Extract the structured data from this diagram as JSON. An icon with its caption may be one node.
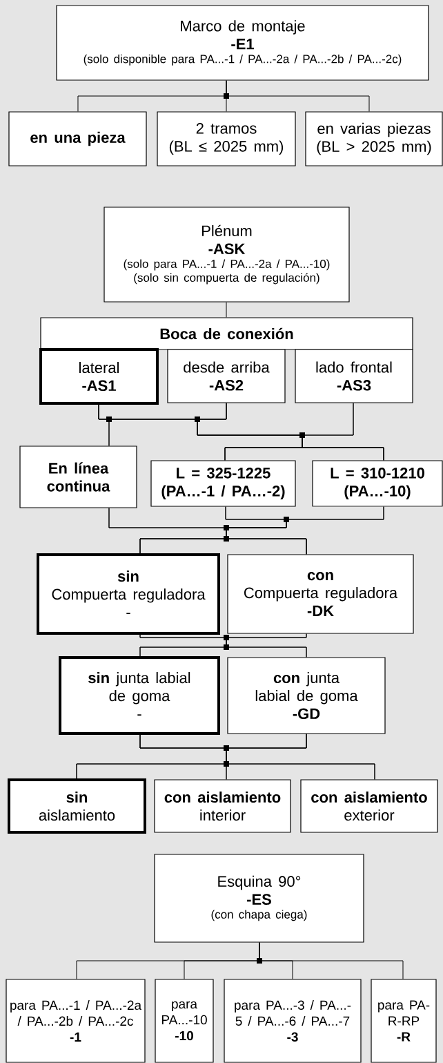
{
  "diagram": {
    "nodes": [
      {
        "text": [
          "Marco de montaje",
          "-E1",
          "(solo disponible para PA...-1 / PA...-2a / PA...-2b / PA...-2c)"
        ]
      },
      {
        "text": [
          "en una pieza"
        ]
      },
      {
        "text": [
          "2 tramos",
          "(BL ≤ 2025 mm)"
        ]
      },
      {
        "text": [
          "en varias piezas",
          "(BL > 2025 mm)"
        ]
      },
      {
        "text": [
          "Plénum",
          "-ASK",
          "(solo para PA...-1 / PA...-2a / PA...-10)",
          "(solo sin compuerta de regulación)"
        ]
      },
      {
        "text": [
          "Boca de conexión"
        ]
      },
      {
        "text": [
          "lateral",
          "-AS1"
        ]
      },
      {
        "text": [
          "desde arriba",
          "-AS2"
        ]
      },
      {
        "text": [
          "lado frontal",
          "-AS3"
        ]
      },
      {
        "text": [
          "En línea continua"
        ]
      },
      {
        "text": [
          "L = 325-1225",
          "(PA…-1 / PA…-2)"
        ]
      },
      {
        "text": [
          "L = 310-1210",
          "(PA…-10)"
        ]
      },
      {
        "text": [
          "sin",
          "Compuerta reguladora",
          "-"
        ]
      },
      {
        "text": [
          "con",
          "Compuerta reguladora",
          "-DK"
        ]
      },
      {
        "text": [
          "**sin** junta labial de goma",
          "-"
        ]
      },
      {
        "text": [
          "**con** junta labial de goma",
          "-GD"
        ]
      },
      {
        "text": [
          "sin",
          "aislamiento"
        ]
      },
      {
        "text": [
          "con aislamiento",
          "interior"
        ]
      },
      {
        "text": [
          "con aislamiento",
          "exterior"
        ]
      },
      {
        "text": [
          "Esquina 90°",
          "-ES",
          "(con chapa ciega)"
        ]
      },
      {
        "text": [
          "para PA...-1 / PA...-2a / PA...-2b / PA...-2c",
          "-1"
        ]
      },
      {
        "text": [
          "para PA...-10",
          "-10"
        ]
      },
      {
        "text": [
          "para PA...-3 / PA...-5 / PA...-6 / PA...-7",
          "-3"
        ]
      },
      {
        "text": [
          "para PA-R-RP",
          "-R"
        ]
      }
    ],
    "edges": [
      {
        "from": 0,
        "to": 1,
        "arrow": "none"
      },
      {
        "from": 0,
        "to": 2,
        "arrow": "none"
      },
      {
        "from": 0,
        "to": 3,
        "arrow": "none"
      },
      {
        "from": 4,
        "to": 5,
        "arrow": "none"
      },
      {
        "from": 6,
        "to": 9,
        "arrow": "none"
      },
      {
        "from": 7,
        "to": 9,
        "arrow": "none"
      },
      {
        "from": 6,
        "to": 10,
        "arrow": "none"
      },
      {
        "from": 6,
        "to": 11,
        "arrow": "none"
      },
      {
        "from": 7,
        "to": 10,
        "arrow": "none"
      },
      {
        "from": 7,
        "to": 11,
        "arrow": "none"
      },
      {
        "from": 8,
        "to": 10,
        "arrow": "none"
      },
      {
        "from": 8,
        "to": 11,
        "arrow": "none"
      },
      {
        "from": 9,
        "to": 12,
        "arrow": "none"
      },
      {
        "from": 9,
        "to": 13,
        "arrow": "none"
      },
      {
        "from": 10,
        "to": 12,
        "arrow": "none"
      },
      {
        "from": 10,
        "to": 13,
        "arrow": "none"
      },
      {
        "from": 11,
        "to": 12,
        "arrow": "none"
      },
      {
        "from": 11,
        "to": 13,
        "arrow": "none"
      },
      {
        "from": 12,
        "to": 14,
        "arrow": "none"
      },
      {
        "from": 12,
        "to": 15,
        "arrow": "none"
      },
      {
        "from": 13,
        "to": 14,
        "arrow": "none"
      },
      {
        "from": 13,
        "to": 15,
        "arrow": "none"
      },
      {
        "from": 14,
        "to": 16,
        "arrow": "none"
      },
      {
        "from": 14,
        "to": 17,
        "arrow": "none"
      },
      {
        "from": 14,
        "to": 18,
        "arrow": "none"
      },
      {
        "from": 15,
        "to": 16,
        "arrow": "none"
      },
      {
        "from": 15,
        "to": 17,
        "arrow": "none"
      },
      {
        "from": 15,
        "to": 18,
        "arrow": "none"
      },
      {
        "from": 19,
        "to": 20,
        "arrow": "none"
      },
      {
        "from": 19,
        "to": 21,
        "arrow": "none"
      },
      {
        "from": 19,
        "to": 22,
        "arrow": "none"
      },
      {
        "from": 19,
        "to": 23,
        "arrow": "none"
      }
    ]
  }
}
